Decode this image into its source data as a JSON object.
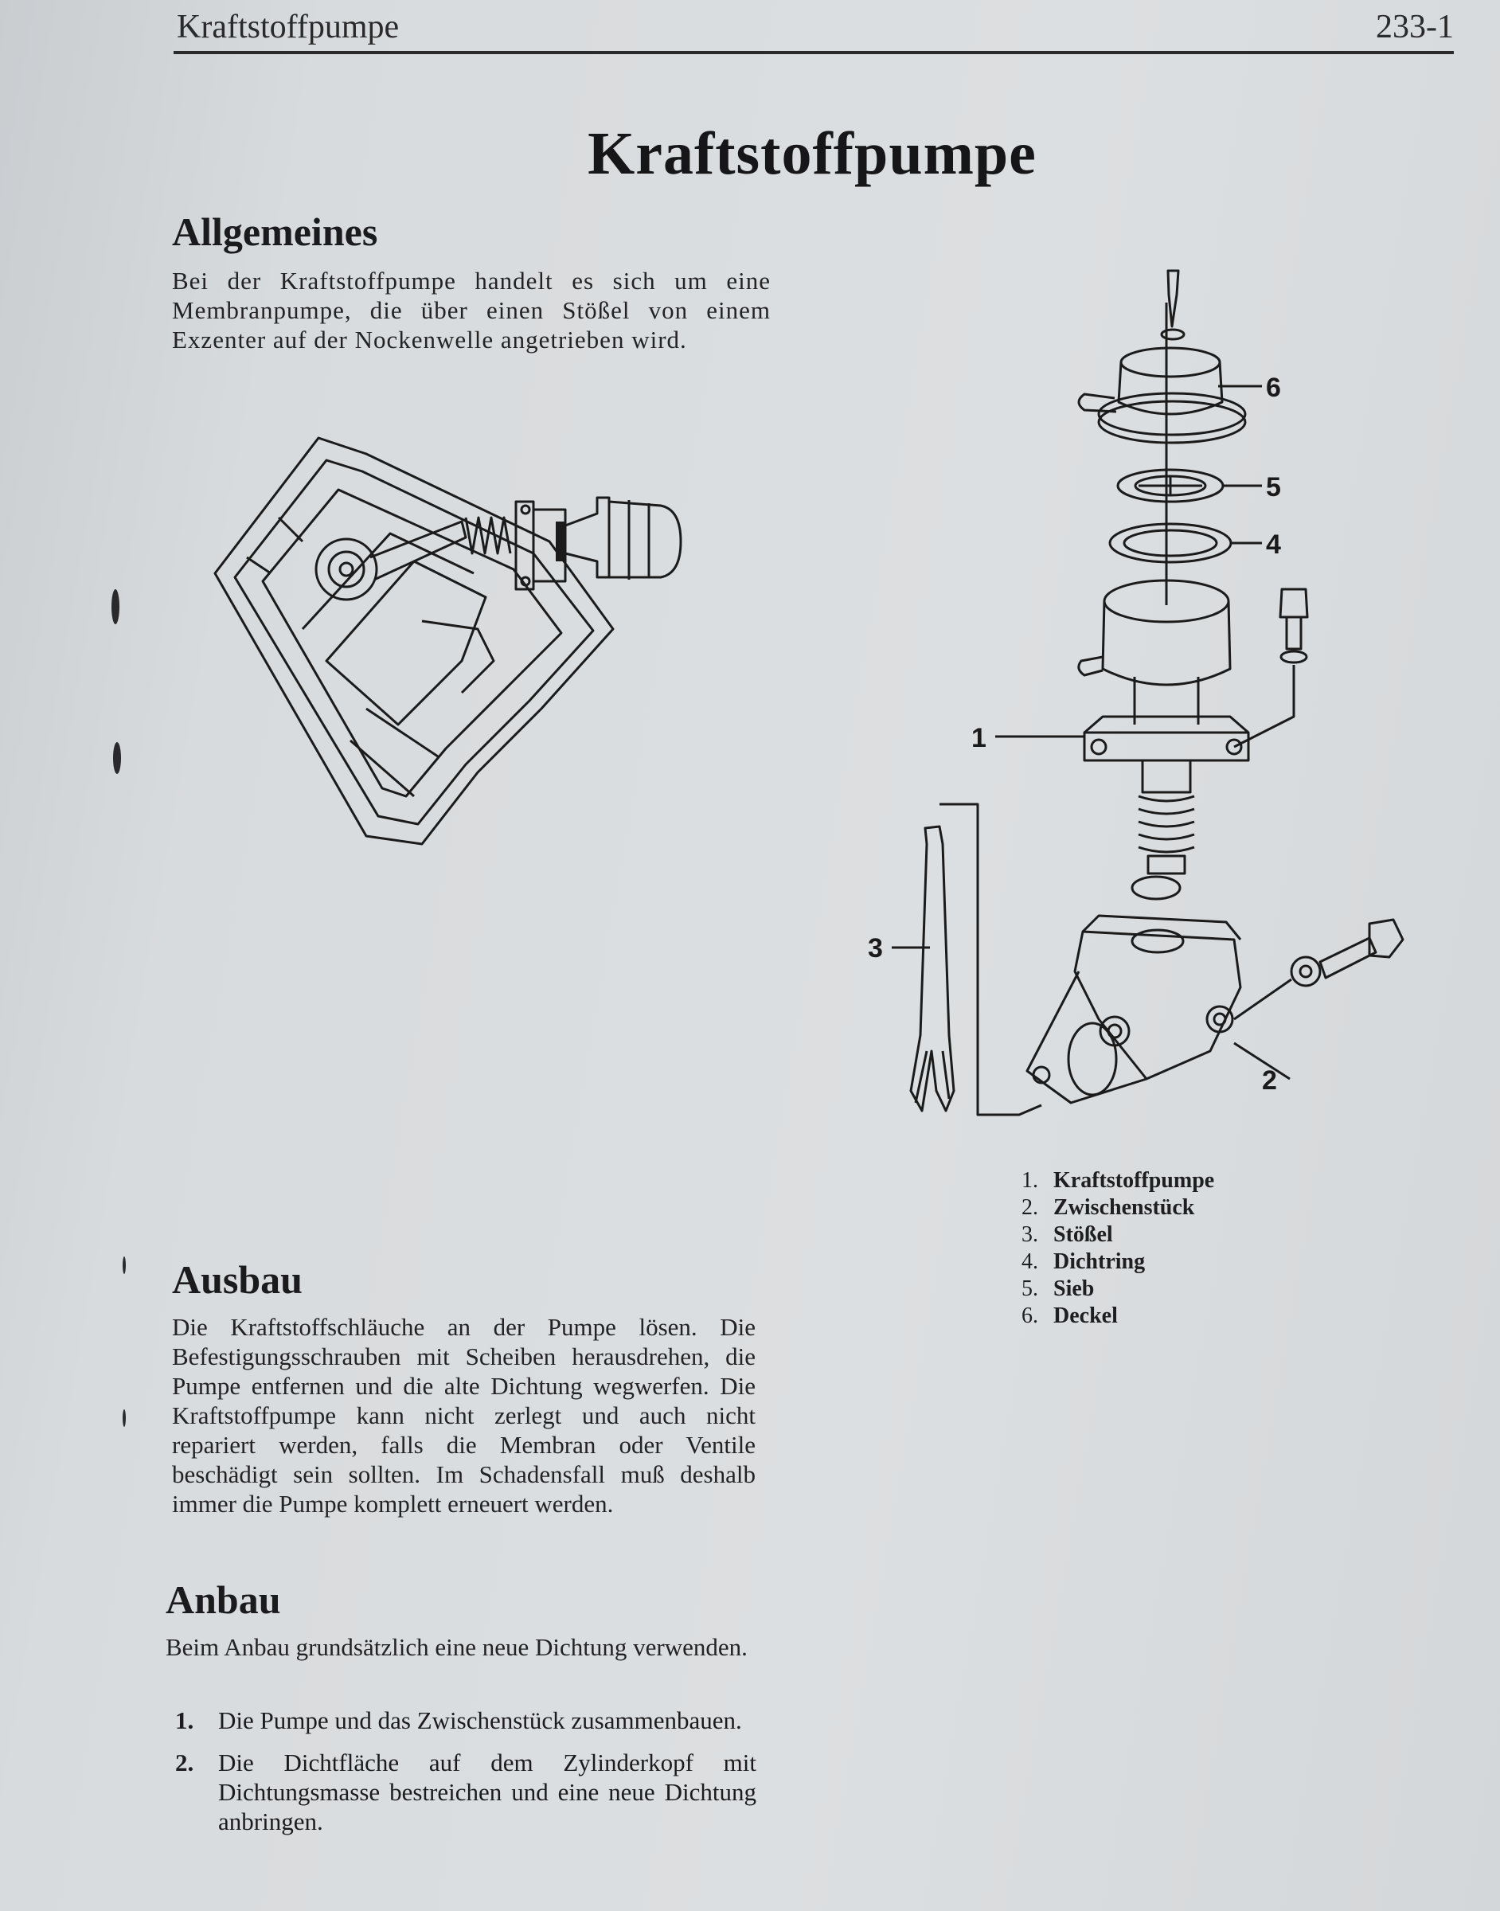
{
  "header": {
    "running_title": "Kraftstoffpumpe",
    "page_number": "233-1"
  },
  "title": "Kraftstoffpumpe",
  "sections": {
    "allgemeines": {
      "heading": "Allgemeines",
      "text": "Bei der Kraftstoffpumpe handelt es sich um eine Membranpumpe, die über einen Stößel von einem Exzenter auf der Nockenwelle angetrieben wird."
    },
    "ausbau": {
      "heading": "Ausbau",
      "text": "Die Kraftstoffschläuche an der Pumpe lösen. Die Befestigungsschrauben mit Scheiben herausdrehen, die Pumpe entfernen und die alte Dichtung wegwerfen. Die Kraftstoffpumpe kann nicht zerlegt und auch nicht repariert werden, falls die Membran oder Ventile beschädigt sein sollten. Im Schadensfall muß deshalb immer die Pumpe komplett erneuert werden."
    },
    "anbau": {
      "heading": "Anbau",
      "text": "Beim Anbau grundsätzlich eine neue Dichtung verwenden.",
      "steps": [
        {
          "num": "1.",
          "text": "Die Pumpe und das Zwischenstück zusammenbauen."
        },
        {
          "num": "2.",
          "text": "Die Dichtfläche auf dem Zylinderkopf mit Dichtungsmasse bestreichen und eine neue Dichtung anbringen."
        }
      ]
    }
  },
  "figure": {
    "callouts": [
      "1",
      "2",
      "3",
      "4",
      "5",
      "6"
    ],
    "legend": [
      {
        "num": "1.",
        "label": "Kraftstoffpumpe"
      },
      {
        "num": "2.",
        "label": "Zwischenstück"
      },
      {
        "num": "3.",
        "label": "Stößel"
      },
      {
        "num": "4.",
        "label": "Dichtring"
      },
      {
        "num": "5.",
        "label": "Sieb"
      },
      {
        "num": "6.",
        "label": "Deckel"
      }
    ]
  },
  "colors": {
    "paper": "#dcdfe1",
    "ink": "#1c1c1e"
  }
}
